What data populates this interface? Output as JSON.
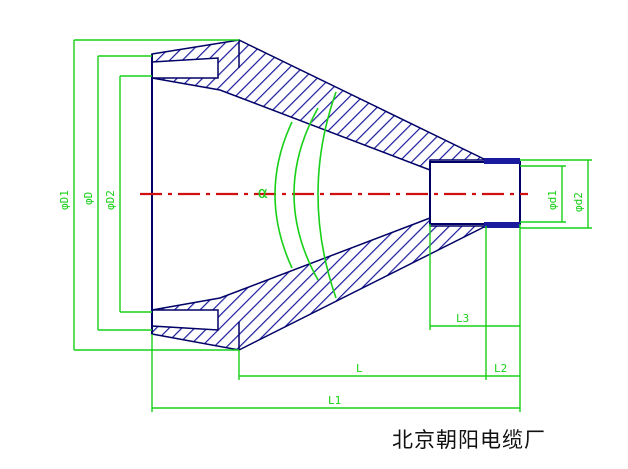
{
  "colors": {
    "outline": "#000066",
    "hatch": "#1a1a9e",
    "dimension": "#18d018",
    "axis": "#d01010",
    "background": "#ffffff",
    "caption": "#111111"
  },
  "labels": {
    "outer_dia": "φD1",
    "mid_dia": "φD",
    "inner_dia": "φD2",
    "cone_angle": "α",
    "small_dia_1": "φd1",
    "small_dia_2": "φd2",
    "tail_len": "L3",
    "cone_len": "L",
    "stub_len": "L2",
    "total_len": "L1"
  },
  "caption": "北京朝阳电缆厂"
}
